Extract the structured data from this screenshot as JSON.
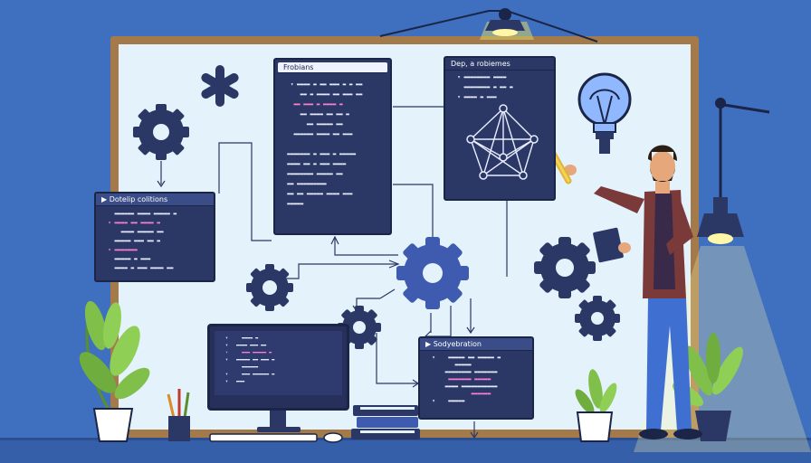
{
  "panels": {
    "center_title": "Frobians",
    "right_title": "Dep, a robiemes",
    "left_title": "Dotelip colitions",
    "bottom_title": "Sodyebration"
  },
  "colors": {
    "background": "#3f6fbf",
    "board_frame": "#a47a4a",
    "board_surface": "#e4f2fb",
    "panel": "#2b3866",
    "gear": "#2b3866",
    "gear_center": "#3f5bb0"
  },
  "icons": [
    "asterisk-icon",
    "gear-icon",
    "lightbulb-icon",
    "network-graph-icon",
    "lamp-icon",
    "plant-icon",
    "pencil-cup-icon",
    "books-icon",
    "monitor-icon",
    "keyboard-icon",
    "mouse-icon"
  ]
}
